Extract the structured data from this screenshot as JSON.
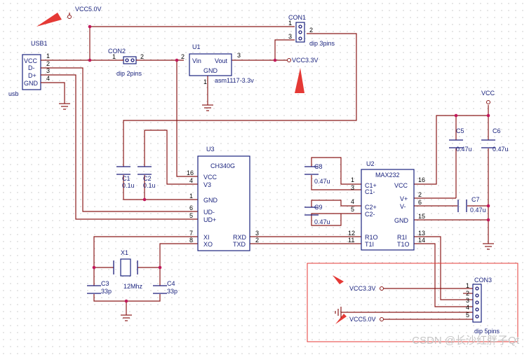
{
  "nets": {
    "vcc5_top": "VCC5.0V",
    "vcc33_mid": "VCC3.3V",
    "vcc_right": "VCC",
    "vcc33_box": "VCC3.3V",
    "vcc5_box": "VCC5.0V"
  },
  "usb1": {
    "ref": "USB1",
    "footprint": "usb",
    "pins": [
      "VCC",
      "D-",
      "D+",
      "GND"
    ],
    "nums": [
      "1",
      "2",
      "3",
      "4"
    ]
  },
  "con2": {
    "ref": "CON2",
    "desc": "dip 2pins",
    "p1": "1",
    "p2": "2"
  },
  "u1": {
    "ref": "U1",
    "vin": "Vin",
    "vout": "Vout",
    "gnd": "GND",
    "part": "asm1117-3.3v",
    "p_in": "2",
    "p_out": "3",
    "p_gnd": "1"
  },
  "con1": {
    "ref": "CON1",
    "desc": "dip 3pins",
    "p1": "1",
    "p2": "2",
    "p3": "3"
  },
  "u3": {
    "ref": "U3",
    "part": "CH340G",
    "left_pins": [
      {
        "num": "16",
        "name": "VCC"
      },
      {
        "num": "4",
        "name": "V3"
      },
      {
        "num": "1",
        "name": "GND"
      },
      {
        "num": "6",
        "name": "UD-"
      },
      {
        "num": "5",
        "name": "UD+"
      },
      {
        "num": "7",
        "name": "XI"
      },
      {
        "num": "8",
        "name": "XO"
      }
    ],
    "right_pins": [
      {
        "num": "3",
        "name": "RXD"
      },
      {
        "num": "2",
        "name": "TXD"
      }
    ]
  },
  "c1": {
    "ref": "C1",
    "val": "0.1u"
  },
  "c2": {
    "ref": "C2",
    "val": "0.1u"
  },
  "x1": {
    "ref": "X1",
    "val": "12Mhz"
  },
  "c3": {
    "ref": "C3",
    "val": "33p"
  },
  "c4": {
    "ref": "C4",
    "val": "33p"
  },
  "u2": {
    "ref": "U2",
    "part": "MAX232",
    "left_pins": [
      {
        "num": "1",
        "name": "C1+"
      },
      {
        "num": "3",
        "name": "C1-"
      },
      {
        "num": "4",
        "name": "C2+"
      },
      {
        "num": "5",
        "name": "C2-"
      },
      {
        "num": "12",
        "name": "R1O"
      },
      {
        "num": "11",
        "name": "T1I"
      }
    ],
    "right_pins": [
      {
        "num": "16",
        "name": "VCC"
      },
      {
        "num": "2",
        "name": "V+"
      },
      {
        "num": "6",
        "name": "V-"
      },
      {
        "num": "15",
        "name": "GND"
      },
      {
        "num": "13",
        "name": "R1I"
      },
      {
        "num": "14",
        "name": "T1O"
      }
    ]
  },
  "c8": {
    "ref": "C8",
    "val": "0.47u"
  },
  "c9": {
    "ref": "C9",
    "val": "0.47u"
  },
  "c5": {
    "ref": "C5",
    "val": "0.47u"
  },
  "c6": {
    "ref": "C6",
    "val": "0.47u"
  },
  "c7": {
    "ref": "C7",
    "val": "0.47u"
  },
  "con3": {
    "ref": "CON3",
    "desc": "dip 5pins",
    "nums": [
      "1",
      "2",
      "3",
      "4",
      "5"
    ]
  },
  "watermark": "CSDN @长沙红胖子Qt",
  "colors": {
    "wire": "#8b1a1a",
    "component": "#1a237e",
    "junction": "#c2185b",
    "arrow": "#e53935",
    "grid": "#c8c8c8"
  }
}
